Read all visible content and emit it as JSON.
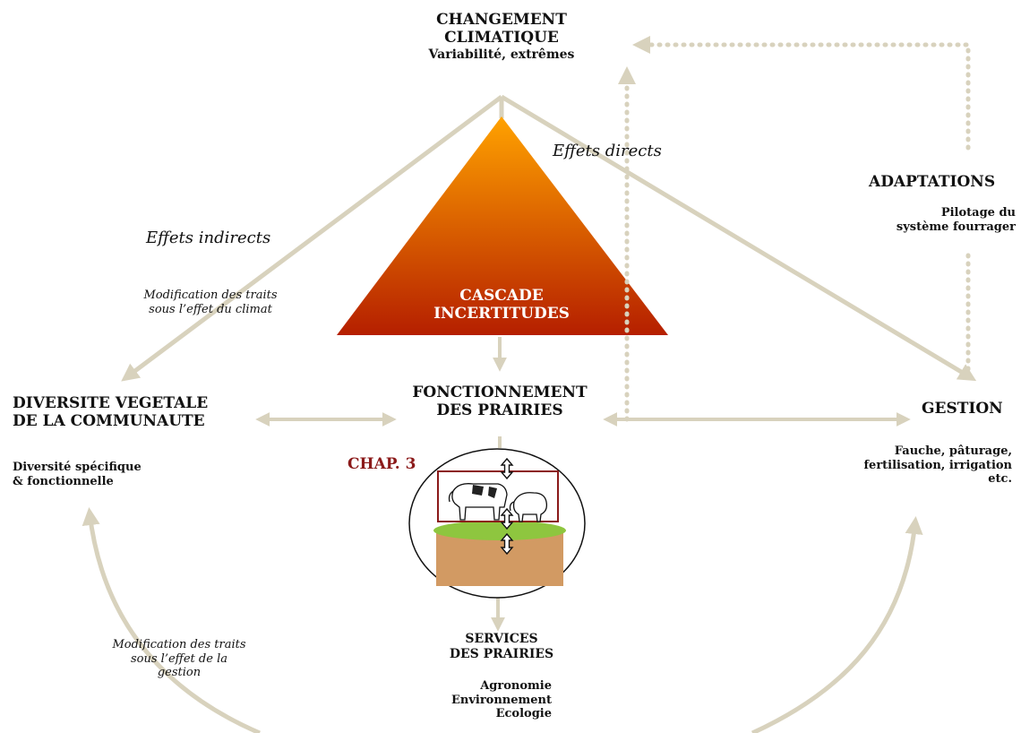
{
  "colors": {
    "arrow": "#d8d2bd",
    "triangle_top": "#ffa200",
    "triangle_bottom": "#b51f00",
    "chap": "#8b1a1a",
    "cascade_text": "#ffffff",
    "soil": "#d29a63",
    "grass": "#8ec63f",
    "frame": "#8b1a1a"
  },
  "climate": {
    "line1": "CHANGEMENT",
    "line2": "CLIMATIQUE",
    "sub": "Variabilité, extrêmes"
  },
  "effets_directs": "Effets directs",
  "effets_indirects": "Effets indirects",
  "mod_climat": {
    "line1": "Modification des traits",
    "line2": "sous l’effet du climat"
  },
  "cascade": {
    "line1": "CASCADE",
    "line2": "INCERTITUDES"
  },
  "adaptations": {
    "title": "ADAPTATIONS",
    "line1": "Pilotage du",
    "line2": "système fourrager"
  },
  "diversite": {
    "line1": "DIVERSITE VEGETALE",
    "line2": "DE LA COMMUNAUTE",
    "sub1": "Diversité spécifique",
    "sub2": "& fonctionnelle"
  },
  "fonctionnement": {
    "line1": "FONCTIONNEMENT",
    "line2": "DES PRAIRIES"
  },
  "gestion": {
    "title": "GESTION",
    "line1": "Fauche, pâturage,",
    "line2": "fertilisation, irrigation",
    "line3": "etc."
  },
  "chap": "CHAP. 3",
  "mod_gestion": {
    "line1": "Modification des traits",
    "line2": "sous l’effet de la",
    "line3": "gestion"
  },
  "services": {
    "line1": "SERVICES",
    "line2": "DES PRAIRIES",
    "item1": "Agronomie",
    "item2": "Environnement",
    "item3": "Ecologie"
  }
}
